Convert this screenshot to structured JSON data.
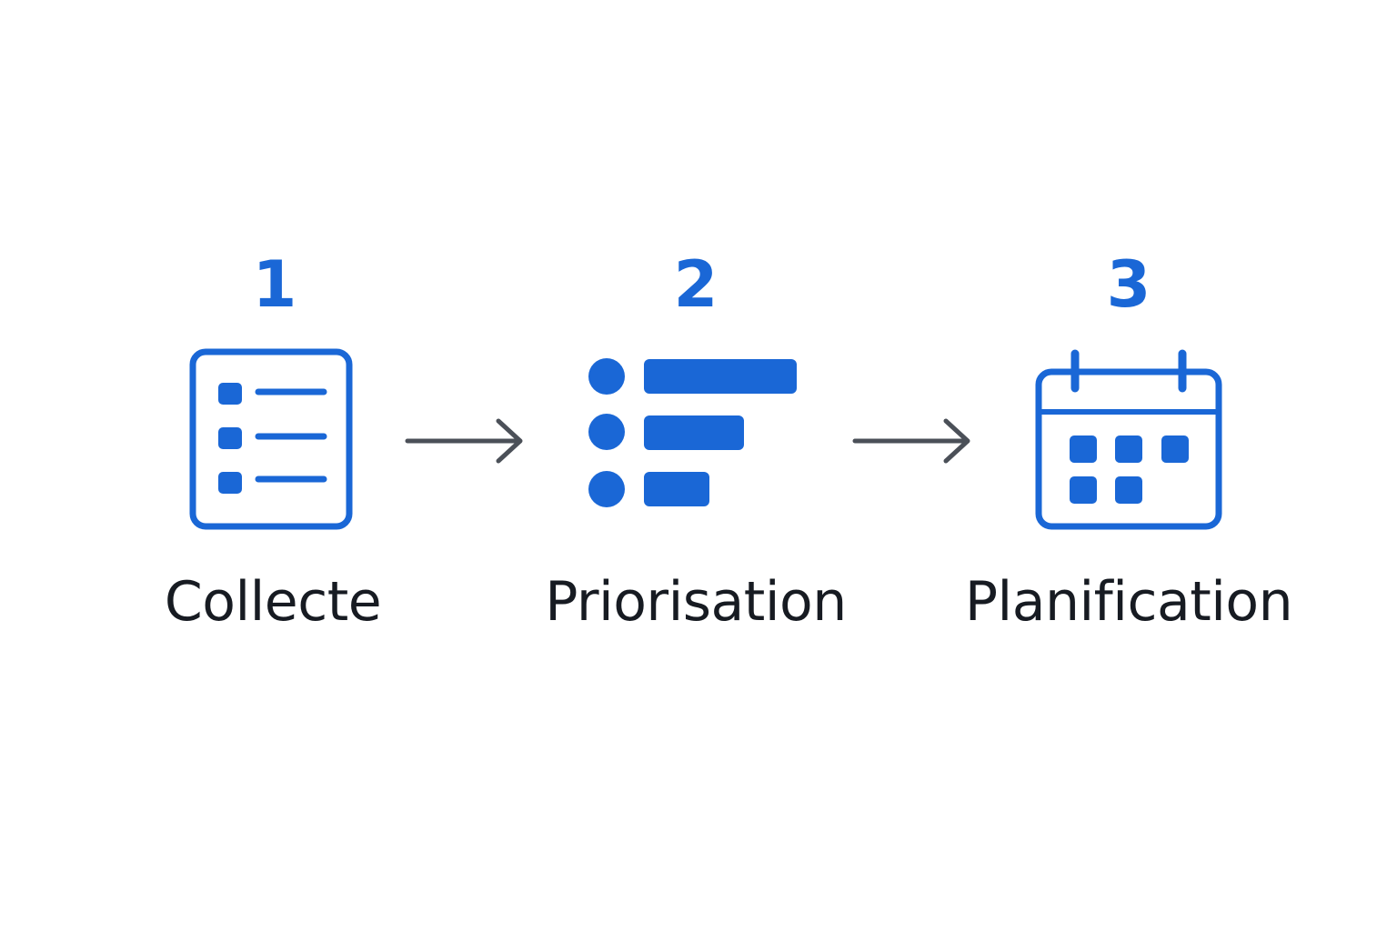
{
  "colors": {
    "accent": "#1a67d6",
    "text": "#171b22",
    "arrow": "#4b5058",
    "background": "#ffffff"
  },
  "steps": [
    {
      "number": "1",
      "label": "Collecte",
      "icon": "checklist-icon"
    },
    {
      "number": "2",
      "label": "Priorisation",
      "icon": "priority-list-icon"
    },
    {
      "number": "3",
      "label": "Planification",
      "icon": "calendar-icon"
    }
  ],
  "connectors": [
    {
      "icon": "arrow-right-icon"
    },
    {
      "icon": "arrow-right-icon"
    }
  ]
}
